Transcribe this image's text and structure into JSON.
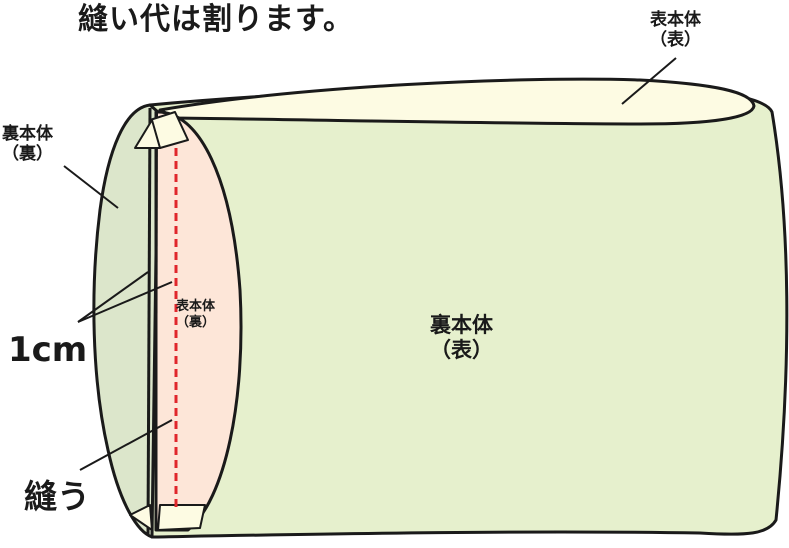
{
  "title": "縫い代は割ります。",
  "labels": {
    "outer_body_front": [
      "表本体",
      "（表）"
    ],
    "lining_body_back": [
      "裏本体",
      "（裏）"
    ],
    "outer_body_back": [
      "表本体",
      "（裏）"
    ],
    "lining_body_front": [
      "裏本体",
      "（表）"
    ],
    "seam_allowance": "1cm",
    "sew": "縫う"
  },
  "colors": {
    "lining_face": "#e6f0cd",
    "lining_back": "#dce6cb",
    "outer_back": "#fde6d8",
    "outer_face": "#fdfbe3",
    "seam_line": "#e0262b",
    "outline": "#1a1a1a"
  }
}
